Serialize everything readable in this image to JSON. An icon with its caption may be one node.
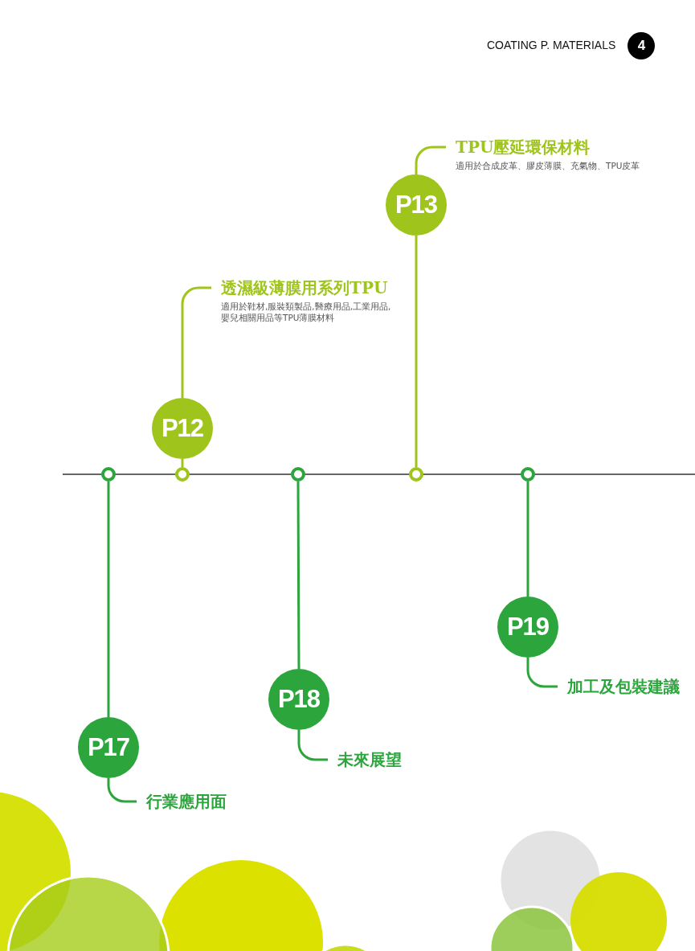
{
  "diagram": {
    "nodes": [
      {
        "text": [
          "4"
        ]
      },
      {
        "text": [],
        "shape": "circle"
      },
      {
        "text": [],
        "shape": "circle"
      },
      {
        "text": [],
        "shape": "circle"
      },
      {
        "text": [],
        "shape": "circle"
      },
      {
        "text": [],
        "shape": "circle"
      },
      {
        "text": [
          "P13"
        ]
      },
      {
        "text": [
          "TPU壓延環保材料",
          "適用於合成皮革、膠皮薄膜、充氣物、TPU皮革"
        ]
      },
      {
        "text": [
          "透濕級薄膜用系列TPU",
          "適用於鞋材,服裝類製品,醫療用品,工業用品,嬰兒相關用品等TPU薄膜材料"
        ]
      },
      {
        "text": [
          "P12"
        ]
      },
      {
        "text": [
          "P19"
        ]
      },
      {
        "text": [
          "加工及包裝建議"
        ]
      },
      {
        "text": [
          "P18"
        ]
      },
      {
        "text": [
          "P17"
        ]
      },
      {
        "text": [
          "未來展望"
        ]
      },
      {
        "text": [
          "行業應用面"
        ]
      }
    ],
    "edges": [
      {
        "from": 1,
        "to": 13,
        "arrow": "none"
      },
      {
        "from": 13,
        "to": 15,
        "arrow": "none"
      },
      {
        "from": 2,
        "to": 9,
        "arrow": "none",
        "color": "#9fc41c"
      },
      {
        "from": 9,
        "to": 8,
        "arrow": "none",
        "color": "#9fc41c"
      },
      {
        "from": 3,
        "to": 12,
        "arrow": "none"
      },
      {
        "from": 12,
        "to": 14,
        "arrow": "none"
      },
      {
        "from": 4,
        "to": 6,
        "arrow": "none",
        "color": "#9fc41c"
      },
      {
        "from": 6,
        "to": 7,
        "arrow": "none",
        "color": "#9fc41c"
      },
      {
        "from": 5,
        "to": 10,
        "arrow": "none"
      },
      {
        "from": 10,
        "to": 11,
        "arrow": "none"
      }
    ],
    "labels": [
      "COATING P. MATERIALS"
    ]
  }
}
